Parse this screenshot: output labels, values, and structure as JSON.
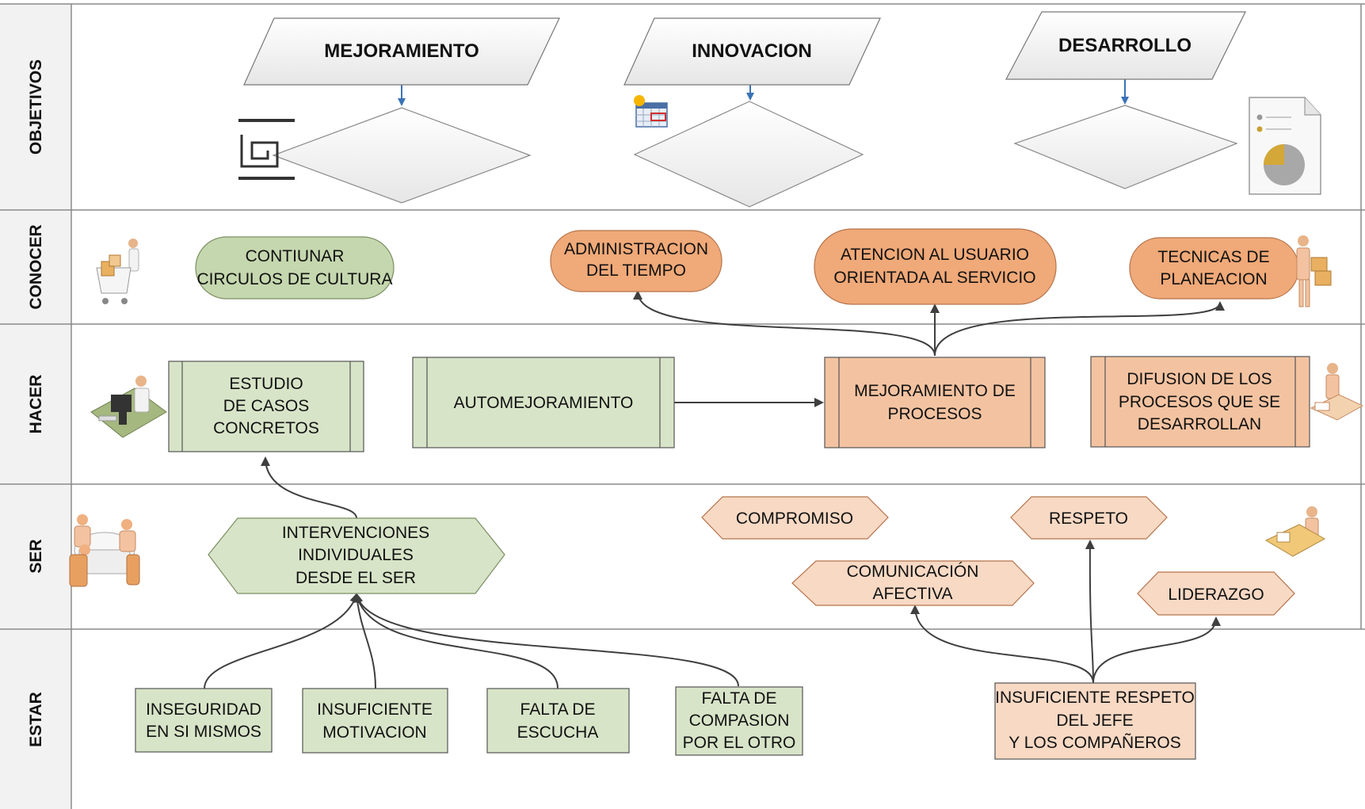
{
  "lanes": {
    "objetivos": "OBJETIVOS",
    "conocer": "CONOCER",
    "hacer": "HACER",
    "ser": "SER",
    "estar": "ESTAR"
  },
  "objetivos": {
    "mejoramiento": "MEJORAMIENTO",
    "innovacion": "INNOVACION",
    "desarrollo": "DESARROLLO"
  },
  "conocer": {
    "circulos": [
      "CONTIUNAR",
      "CIRCULOS DE CULTURA"
    ],
    "tiempo": [
      "ADMINISTRACION",
      "DEL TIEMPO"
    ],
    "usuario": [
      "ATENCION AL USUARIO",
      "ORIENTADA AL SERVICIO"
    ],
    "planeacion": [
      "TECNICAS DE",
      "PLANEACION"
    ]
  },
  "hacer": {
    "estudio": [
      "ESTUDIO",
      "DE CASOS",
      "CONCRETOS"
    ],
    "automejoramiento": "AUTOMEJORAMIENTO",
    "procesos": [
      "MEJORAMIENTO DE",
      "PROCESOS"
    ],
    "difusion": [
      "DIFUSION DE LOS",
      "PROCESOS QUE SE",
      "DESARROLLAN"
    ]
  },
  "ser": {
    "intervenciones": [
      "INTERVENCIONES",
      "INDIVIDUALES",
      "DESDE EL SER"
    ],
    "compromiso": "COMPROMISO",
    "respeto": "RESPETO",
    "comunicacion": [
      "COMUNICACIÓN",
      "AFECTIVA"
    ],
    "liderazgo": "LIDERAZGO"
  },
  "estar": {
    "inseguridad": [
      "INSEGURIDAD",
      "EN SI MISMOS"
    ],
    "motivacion": [
      "INSUFICIENTE",
      "MOTIVACION"
    ],
    "escucha": [
      "FALTA DE",
      "ESCUCHA"
    ],
    "compasion": [
      "FALTA DE",
      "COMPASION",
      "POR EL OTRO"
    ],
    "respeto_jefe": [
      "INSUFICIENTE RESPETO",
      "DEL JEFE",
      "Y LOS COMPAÑEROS"
    ]
  },
  "icons": [
    "spiral-icon",
    "calendar-icon",
    "report-pie-icon",
    "shopping-cart-person-icon",
    "delivery-person-icon",
    "computer-desk-person-icon",
    "desk-worker-icon",
    "meeting-table-icon",
    "office-worker-icon"
  ],
  "colors": {
    "green_fill": "#d8e4c8",
    "green_dark_fill": "#c5d7ae",
    "orange_fill": "#f3c3a1",
    "orange_dark_fill": "#f0a978",
    "peach_fill": "#f7d9c4",
    "lane_header": "#f2f2f2",
    "lane_border": "#8a8a8a",
    "arrow": "#3f3f3f",
    "blue_arrow": "#3a72b5"
  }
}
